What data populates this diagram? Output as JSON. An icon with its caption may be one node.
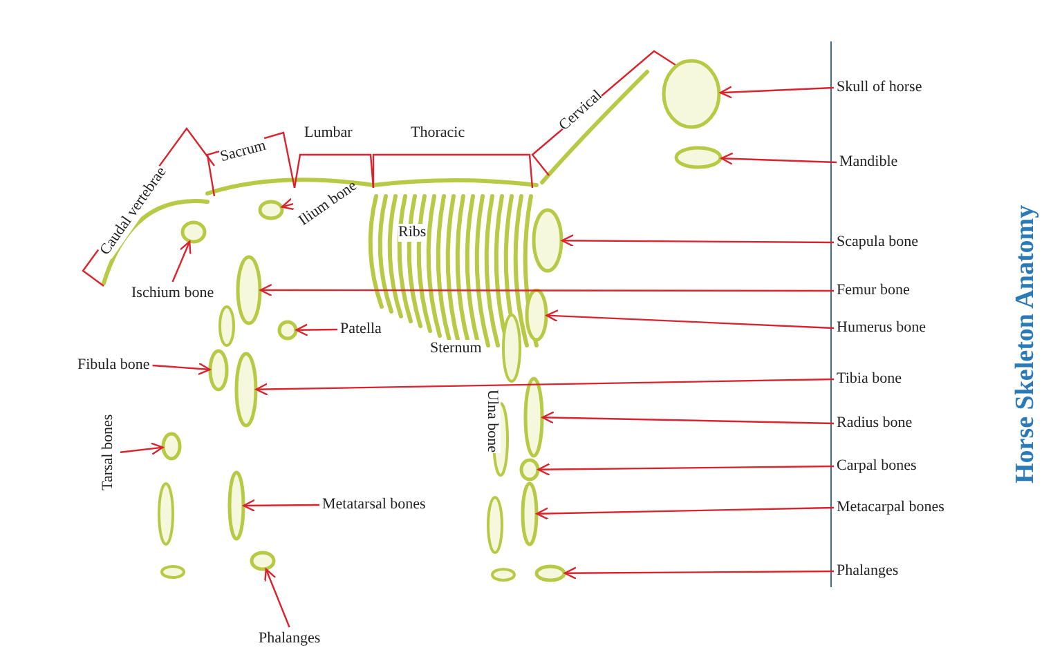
{
  "diagram": {
    "title": "Horse Skeleton Anatomy",
    "nodes": [
      {
        "text": [
          "Skull of horse"
        ]
      },
      {
        "text": [
          "Mandible"
        ]
      },
      {
        "text": [
          "Ilium bone"
        ]
      },
      {
        "text": [
          "Scapula bone"
        ]
      },
      {
        "text": [
          "Ischium bone"
        ]
      },
      {
        "text": [
          "Femur bone"
        ]
      },
      {
        "text": [
          "Patella"
        ]
      },
      {
        "text": [
          "Humerus bone"
        ]
      },
      {
        "text": [
          "Fibula bone"
        ]
      },
      {
        "text": [
          "Tibia bone"
        ]
      },
      {
        "text": [
          "Radius bone"
        ]
      },
      {
        "text": [
          "Tarsal bones"
        ]
      },
      {
        "text": [
          "Carpal bones"
        ]
      },
      {
        "text": [
          "Metatarsal bones"
        ]
      },
      {
        "text": [
          "Metacarpal bones"
        ]
      },
      {
        "text": [
          "Phalanges"
        ]
      },
      {
        "text": [
          "Phalanges"
        ]
      },
      {
        "text": [],
        "shape": "circle"
      },
      {
        "text": [],
        "shape": "circle"
      },
      {
        "text": [],
        "shape": "circle"
      },
      {
        "text": [],
        "shape": "circle"
      },
      {
        "text": [],
        "shape": "circle"
      },
      {
        "text": [],
        "shape": "circle"
      },
      {
        "text": [],
        "shape": "circle"
      },
      {
        "text": [],
        "shape": "circle"
      },
      {
        "text": [],
        "shape": "circle"
      },
      {
        "text": [],
        "shape": "circle"
      },
      {
        "text": [],
        "shape": "circle"
      },
      {
        "text": [],
        "shape": "circle"
      },
      {
        "text": [],
        "shape": "circle"
      },
      {
        "text": [],
        "shape": "circle"
      },
      {
        "text": [],
        "shape": "circle"
      },
      {
        "text": [],
        "shape": "circle"
      },
      {
        "text": [],
        "shape": "circle"
      }
    ],
    "edges": [
      {
        "from": 0,
        "to": 17,
        "arrow": "to"
      },
      {
        "from": 1,
        "to": 18,
        "arrow": "to"
      },
      {
        "from": 2,
        "to": 19,
        "arrow": "to"
      },
      {
        "from": 3,
        "to": 20,
        "arrow": "to"
      },
      {
        "from": 4,
        "to": 21,
        "arrow": "to"
      },
      {
        "from": 5,
        "to": 22,
        "arrow": "to"
      },
      {
        "from": 6,
        "to": 23,
        "arrow": "to"
      },
      {
        "from": 7,
        "to": 24,
        "arrow": "to"
      },
      {
        "from": 8,
        "to": 25,
        "arrow": "to"
      },
      {
        "from": 9,
        "to": 26,
        "arrow": "to"
      },
      {
        "from": 10,
        "to": 27,
        "arrow": "to"
      },
      {
        "from": 11,
        "to": 28,
        "arrow": "to"
      },
      {
        "from": 12,
        "to": 29,
        "arrow": "to"
      },
      {
        "from": 13,
        "to": 30,
        "arrow": "to"
      },
      {
        "from": 14,
        "to": 31,
        "arrow": "to"
      },
      {
        "from": 15,
        "to": 32,
        "arrow": "to"
      },
      {
        "from": 16,
        "to": 33,
        "arrow": "to"
      }
    ],
    "labels": [
      "Cervical",
      "Sacrum",
      "Lumbar",
      "Thoracic",
      "Caudal vertebrae",
      "Ribs",
      "Sternum",
      "Ulna bone"
    ]
  }
}
